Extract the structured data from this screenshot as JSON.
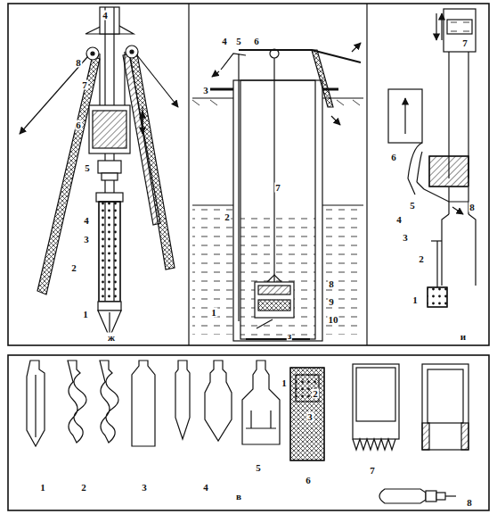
{
  "diagram": {
    "labels": [
      "4",
      "8",
      "7",
      "6",
      "5",
      "4",
      "3",
      "2",
      "1",
      "ж",
      "4",
      "5",
      "6",
      "3",
      "7",
      "2",
      "8",
      "9",
      "10",
      "1",
      "з",
      "7",
      "6",
      "5",
      "4",
      "3",
      "2",
      "1",
      "8",
      "и",
      "1",
      "2",
      "3",
      "4",
      "5",
      "6",
      "1",
      "2",
      "3",
      "7",
      "8",
      "в"
    ]
  }
}
